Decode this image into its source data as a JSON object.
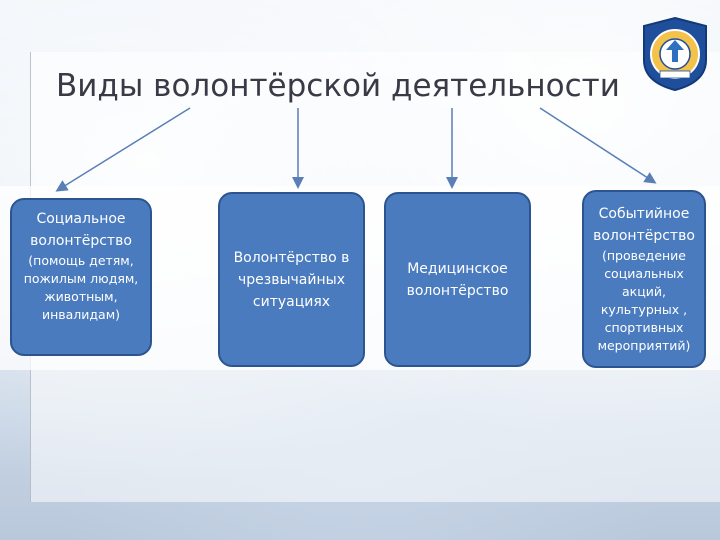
{
  "title": "Виды волонтёрской деятельности",
  "boxes": [
    {
      "main": "Социальное волонтёрство",
      "sub": "(помощь детям, пожилым людям, животным, инвалидам)"
    },
    {
      "main": "Волонтёрство в чрезвычайных ситуациях",
      "sub": ""
    },
    {
      "main": "Медицинское волонтёрство",
      "sub": ""
    },
    {
      "main": "Событийное волонтёрство",
      "sub": "(проведение социальных акций, культурных , спортивных мероприятий)"
    }
  ],
  "colors": {
    "box_fill": "#4a7bbf",
    "box_border": "#2c5590",
    "arrow": "#5a7fb6",
    "title": "#3a3a46"
  },
  "logo": {
    "icon": "volunteer-emblem-icon",
    "text": "ПРОФЕССИОНАЛЬНАЯ"
  }
}
